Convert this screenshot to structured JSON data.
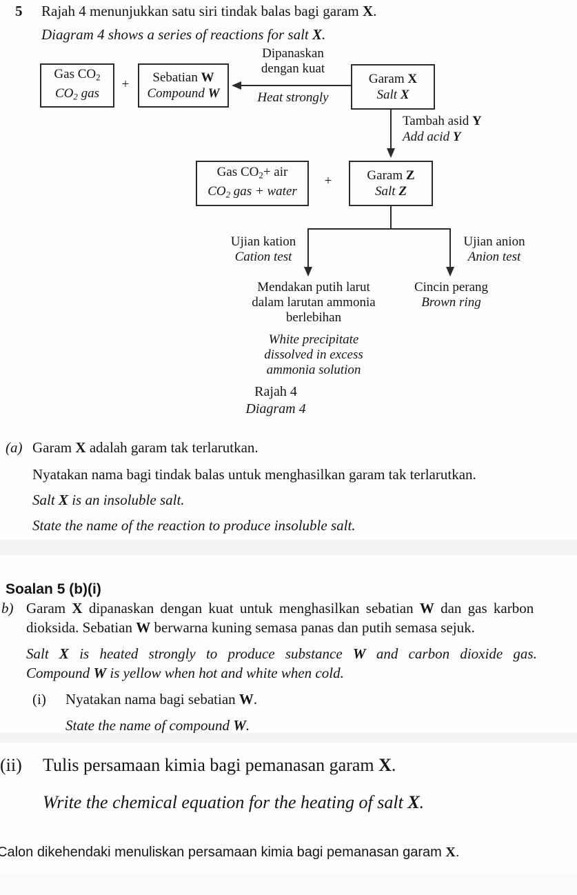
{
  "page": {
    "bg": "#fdfdfc",
    "ink": "#151515",
    "band_color": "#f4f4f2"
  },
  "question": {
    "number": "5",
    "intro_ms": [
      "Rajah 4 menunjukkan satu siri tindak balas bagi garam ",
      "X",
      "."
    ],
    "intro_en": [
      "Diagram 4 shows a series of reactions for salt ",
      "X",
      "."
    ]
  },
  "diagram": {
    "plus": "+",
    "box_co2": {
      "ms": [
        "Gas CO",
        "2"
      ],
      "en": [
        "CO",
        "2",
        " gas"
      ]
    },
    "box_w": {
      "ms": [
        "Sebatian ",
        "W"
      ],
      "en": [
        "Compound ",
        "W"
      ]
    },
    "heat_label": {
      "ms1": "Dipanaskan",
      "ms2": "dengan kuat",
      "en": "Heat strongly"
    },
    "box_x": {
      "ms": [
        "Garam ",
        "X"
      ],
      "en": [
        "Salt ",
        "X"
      ]
    },
    "acid_label": {
      "ms": [
        "Tambah asid ",
        "Y"
      ],
      "en": [
        "Add acid ",
        "Y"
      ]
    },
    "box_co2_water": {
      "ms": [
        "Gas CO",
        "2",
        "+ air"
      ],
      "en": [
        "CO",
        "2",
        " gas + water"
      ]
    },
    "box_z": {
      "ms": [
        "Garam ",
        "Z"
      ],
      "en": [
        "Salt ",
        "Z"
      ]
    },
    "cation_label": {
      "ms": "Ujian kation",
      "en": "Cation test"
    },
    "anion_label": {
      "ms": "Ujian anion",
      "en": "Anion test"
    },
    "cation_result": {
      "ms": [
        "Mendakan putih larut",
        "dalam larutan ammonia",
        "berlebihan"
      ],
      "en": [
        "White precipitate",
        "dissolved in excess",
        "ammonia solution"
      ]
    },
    "anion_result": {
      "ms": "Cincin perang",
      "en": "Brown ring"
    },
    "caption": {
      "ms": "Rajah 4",
      "en": "Diagram 4"
    }
  },
  "part_a": {
    "label": "(a)",
    "ms1": [
      "Garam ",
      "X",
      " adalah garam tak terlarutkan."
    ],
    "ms2": "Nyatakan nama bagi tindak balas untuk menghasilkan garam tak terlarutkan.",
    "en1": [
      "Salt ",
      "X",
      " is an insoluble salt."
    ],
    "en2": "State the name of the reaction to produce insoluble salt."
  },
  "part_b": {
    "heading": "Soalan 5 (b)(i)",
    "label": "b)",
    "ms1": [
      "Garam ",
      "X",
      " dipanaskan dengan kuat untuk menghasilkan sebatian ",
      "W",
      " dan gas karbon"
    ],
    "ms2": [
      "dioksida. Sebatian ",
      "W",
      " berwarna kuning semasa panas dan putih semasa sejuk."
    ],
    "en1": [
      "Salt ",
      "X",
      " is heated strongly to produce substance ",
      "W",
      " and carbon dioxide gas."
    ],
    "en2": [
      "Compound ",
      "W",
      " is yellow when hot and white when cold."
    ],
    "i_label": "(i)",
    "i_ms": [
      "Nyatakan nama bagi sebatian ",
      "W",
      "."
    ],
    "i_en": [
      "State the name of compound ",
      "W",
      "."
    ]
  },
  "part_ii": {
    "label": "(ii)",
    "ms": [
      "Tulis persamaan kimia bagi pemanasan garam ",
      "X",
      "."
    ],
    "en": [
      "Write the chemical equation for the heating of salt ",
      "X",
      "."
    ],
    "note": [
      "Calon dikehendaki menuliskan persamaan kimia bagi pemanasan garam ",
      "X",
      "."
    ]
  }
}
